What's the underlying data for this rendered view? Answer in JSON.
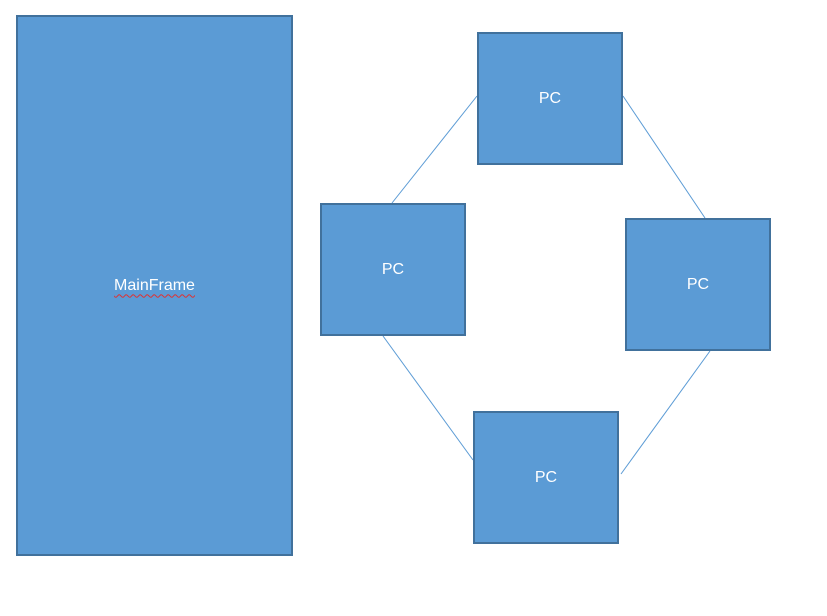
{
  "mainframe": {
    "label": "MainFrame",
    "spellcheck_flag": true
  },
  "pcs": {
    "top": {
      "label": "PC"
    },
    "left": {
      "label": "PC"
    },
    "right": {
      "label": "PC"
    },
    "bottom": {
      "label": "PC"
    }
  },
  "connections": [
    {
      "from": "pc-left",
      "to": "pc-top"
    },
    {
      "from": "pc-top",
      "to": "pc-right"
    },
    {
      "from": "pc-right",
      "to": "pc-bottom"
    },
    {
      "from": "pc-bottom",
      "to": "pc-left"
    }
  ],
  "colors": {
    "node_fill": "#5b9bd5",
    "node_border": "#41719c",
    "connector": "#5b9bd5",
    "label_text": "#ffffff",
    "spellcheck_underline": "#e03030"
  }
}
